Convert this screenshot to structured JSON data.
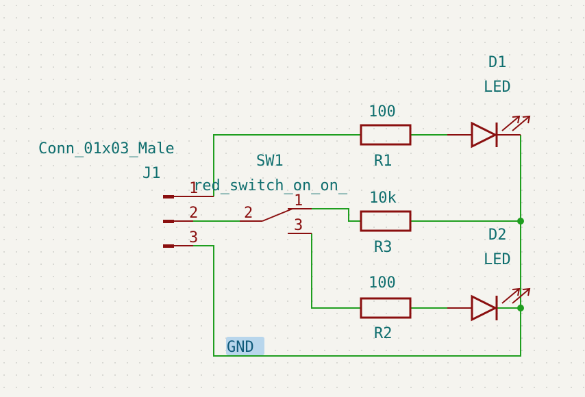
{
  "colors": {
    "background": "#f5f4ef",
    "grid_dot": "#c4c4c0",
    "wire": "#1f9e1f",
    "symbol": "#8a0f0f",
    "reference_text": "#0f6e6e",
    "net_label_bg": "#b8d6ec",
    "net_label_text": "#0f5a7a"
  },
  "connector": {
    "value": "Conn_01x03_Male",
    "ref": "J1",
    "pins": [
      "1",
      "2",
      "3"
    ]
  },
  "switch": {
    "ref": "SW1",
    "value": "red_switch_on_on_",
    "pin_common": "2",
    "pin_a": "1",
    "pin_b": "3"
  },
  "resistors": {
    "r1": {
      "value": "100",
      "ref": "R1"
    },
    "r3": {
      "value": "10k",
      "ref": "R3"
    },
    "r2": {
      "value": "100",
      "ref": "R2"
    }
  },
  "leds": {
    "d1": {
      "ref": "D1",
      "value": "LED"
    },
    "d2": {
      "ref": "D2",
      "value": "LED"
    }
  },
  "net_labels": {
    "gnd": "GND"
  }
}
